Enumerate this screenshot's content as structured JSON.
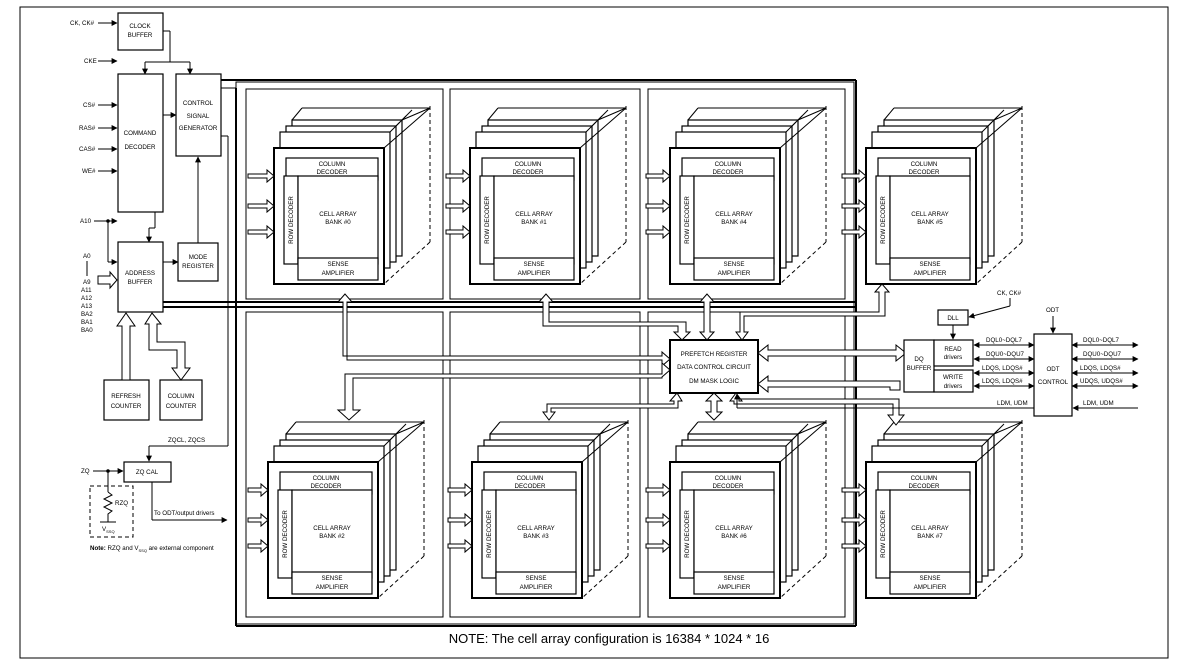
{
  "note": "NOTE: The cell array configuration is 16384 * 1024 * 16",
  "left": {
    "inputs": {
      "ck": "CK, CK#",
      "cke": "CKE",
      "cs": "CS#",
      "ras": "RAS#",
      "cas": "CAS#",
      "we": "WE#",
      "a10": "A10",
      "a0": "A0",
      "a9": "A9",
      "a11": "A11",
      "a12": "A12",
      "a13": "A13",
      "ba2": "BA2",
      "ba1": "BA1",
      "ba0": "BA0",
      "zq": "ZQ"
    },
    "clock_buffer": [
      "CLOCK",
      "BUFFER"
    ],
    "command_decoder": [
      "COMMAND",
      "DECODER"
    ],
    "control_signal_generator": [
      "CONTROL",
      "SIGNAL",
      "GENERATOR"
    ],
    "address_buffer": [
      "ADDRESS",
      "BUFFER"
    ],
    "mode_register": [
      "MODE",
      "REGISTER"
    ],
    "refresh_counter": [
      "REFRESH",
      "COUNTER"
    ],
    "column_counter": [
      "COLUMN",
      "COUNTER"
    ],
    "zqcl_label": "ZQCL, ZQCS",
    "zq_cal": "ZQ CAL",
    "to_odt": "To ODT/output drivers",
    "rzq": "RZQ",
    "vssq": "V",
    "vssq_sub": "SSQ",
    "ext_note_bold": "Note:",
    "ext_note_a": " RZQ and V",
    "ext_note_sub": "SSQ",
    "ext_note_b": " are external component"
  },
  "banks": [
    {
      "col": [
        "COLUMN",
        "DECODER"
      ],
      "row": "ROW DECODER",
      "cell": [
        "CELL ARRAY",
        "BANK #0"
      ],
      "sense": [
        "SENSE",
        "AMPLIFIER"
      ]
    },
    {
      "col": [
        "COLUMN",
        "DECODER"
      ],
      "row": "ROW DECODER",
      "cell": [
        "CELL ARRAY",
        "BANK #1"
      ],
      "sense": [
        "SENSE",
        "AMPLIFIER"
      ]
    },
    {
      "col": [
        "COLUMN",
        "DECODER"
      ],
      "row": "ROW DECODER",
      "cell": [
        "CELL ARRAY",
        "BANK #4"
      ],
      "sense": [
        "SENSE",
        "AMPLIFIER"
      ]
    },
    {
      "col": [
        "COLUMN",
        "DECODER"
      ],
      "row": "ROW DECODER",
      "cell": [
        "CELL ARRAY",
        "BANK #5"
      ],
      "sense": [
        "SENSE",
        "AMPLIFIER"
      ]
    },
    {
      "col": [
        "COLUMN",
        "DECODER"
      ],
      "row": "ROW DECODER",
      "cell": [
        "CELL ARRAY",
        "BANK #2"
      ],
      "sense": [
        "SENSE",
        "AMPLIFIER"
      ]
    },
    {
      "col": [
        "COLUMN",
        "DECODER"
      ],
      "row": "ROW DECODER",
      "cell": [
        "CELL ARRAY",
        "BANK #3"
      ],
      "sense": [
        "SENSE",
        "AMPLIFIER"
      ]
    },
    {
      "col": [
        "COLUMN",
        "DECODER"
      ],
      "row": "ROW DECODER",
      "cell": [
        "CELL ARRAY",
        "BANK #6"
      ],
      "sense": [
        "SENSE",
        "AMPLIFIER"
      ]
    },
    {
      "col": [
        "COLUMN",
        "DECODER"
      ],
      "row": "ROW DECODER",
      "cell": [
        "CELL ARRAY",
        "BANK #7"
      ],
      "sense": [
        "SENSE",
        "AMPLIFIER"
      ]
    }
  ],
  "center": {
    "prefetch": "PREFETCH REGISTER",
    "data_control": "DATA CONTROL CIRCUIT",
    "dm_mask": "DM MASK LOGIC"
  },
  "right": {
    "ck_label": "CK, CK#",
    "dll": "DLL",
    "dq_buffer": [
      "DQ",
      "BUFFER"
    ],
    "read": [
      "READ",
      "drivers"
    ],
    "write": [
      "WRITE",
      "drivers"
    ],
    "odt_label": "ODT",
    "odt_control": [
      "ODT",
      "CONTROL"
    ],
    "sig_dql_in": "DQL0~DQL7",
    "sig_dqu_in": "DQU0~DQU7",
    "sig_ldqs_in": "LDQS, LDQS#",
    "sig_udqs_in": "LDQS, LDQS#",
    "sig_ldm_in": "LDM, UDM",
    "sig_dql_out": "DQL0~DQL7",
    "sig_dqu_out": "DQU0~DQU7",
    "sig_ldqs_out": "LDQS, LDQS#",
    "sig_udqs_out": "UDQS, UDQS#",
    "sig_ldm_out": "LDM, UDM"
  }
}
